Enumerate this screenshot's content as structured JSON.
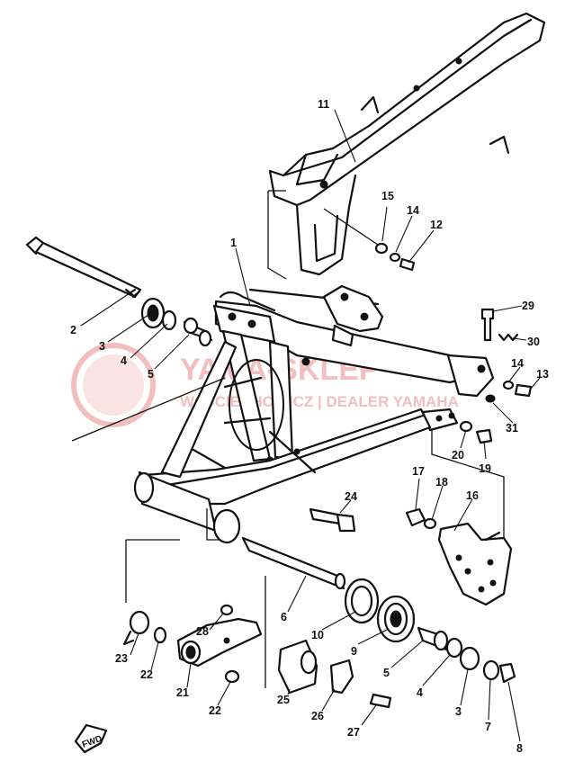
{
  "watermark": {
    "brand": "YAMA-SKLEP",
    "subtitle": "WOJCIECHOWICZ | DEALER YAMAHA"
  },
  "fwd_label": "FWD",
  "callouts": {
    "c1": "1",
    "c2": "2",
    "c3": "3",
    "c4": "4",
    "c5": "5",
    "c6": "6",
    "c7": "7",
    "c8": "8",
    "c9": "9",
    "c10": "10",
    "c11": "11",
    "c12": "12",
    "c13": "13",
    "c14a": "14",
    "c14b": "14",
    "c15": "15",
    "c16": "16",
    "c17": "17",
    "c18": "18",
    "c19": "19",
    "c20": "20",
    "c21": "21",
    "c22a": "22",
    "c22b": "22",
    "c23": "23",
    "c24": "24",
    "c25": "25",
    "c26": "26",
    "c27": "27",
    "c28": "28",
    "c29": "29",
    "c30": "30",
    "c31": "31",
    "c3b": "3",
    "c4b": "4",
    "c5b": "5"
  },
  "colors": {
    "ink": "#111111",
    "watermark": "#e88a8a"
  }
}
